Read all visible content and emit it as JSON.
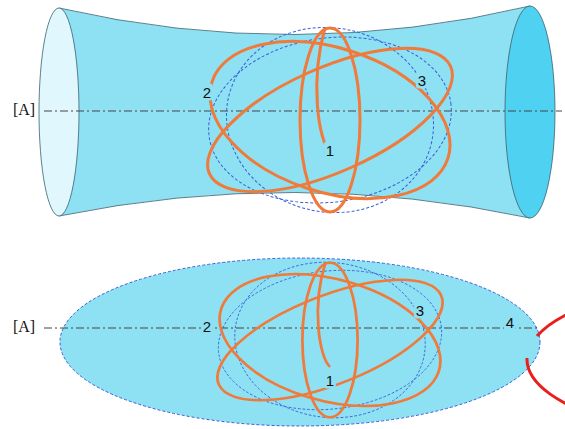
{
  "diagram": {
    "labels": [
      "[A]",
      "2",
      "3",
      "1",
      "[A]",
      "2",
      "3",
      "4",
      "1"
    ]
  }
}
